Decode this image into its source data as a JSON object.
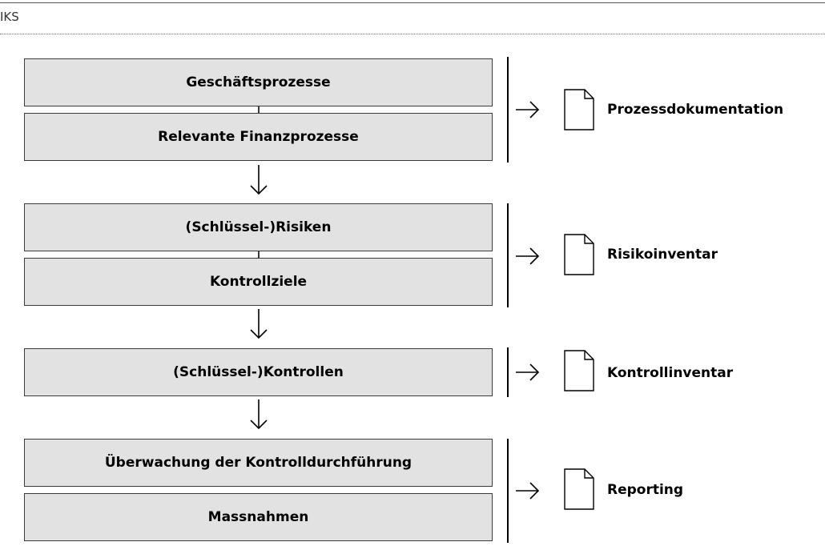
{
  "header": {
    "title": "IKS"
  },
  "groups": [
    {
      "boxes": [
        "Geschäftsprozesse",
        "Relevante Finanzprozesse"
      ],
      "output": "Prozessdokumentation"
    },
    {
      "boxes": [
        "(Schlüssel-)Risiken",
        "Kontrollziele"
      ],
      "output": "Risikoinventar"
    },
    {
      "boxes": [
        "(Schlüssel-)Kontrollen"
      ],
      "output": "Kontrollinventar"
    },
    {
      "boxes": [
        "Überwachung der Kontrolldurchführung",
        "Massnahmen"
      ],
      "output": "Reporting"
    }
  ],
  "colors": {
    "box_fill": "#e2e2e2",
    "box_border": "#3a3a3a",
    "line": "#000000"
  },
  "icons": {
    "flow": "arrow-down-icon",
    "output": "arrow-right-icon",
    "document": "document-icon"
  }
}
